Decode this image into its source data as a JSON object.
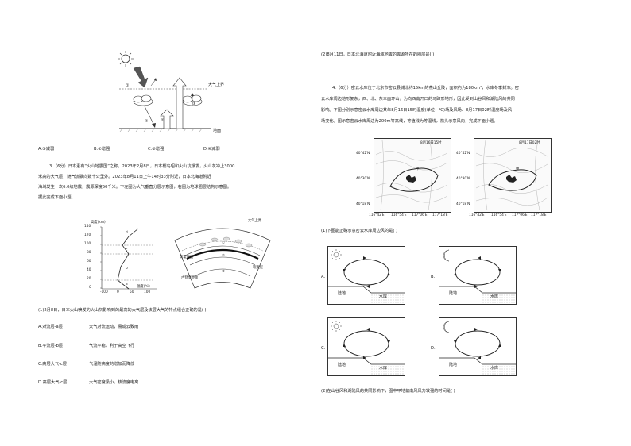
{
  "atmo_diagram": {
    "upper_label": "大气上界",
    "ground_label": "地面",
    "markers": [
      "①",
      "②",
      "③",
      "④"
    ]
  },
  "q_prev_options": [
    "A.①减弱",
    "B.②增强",
    "C.③增强",
    "D.④减弱"
  ],
  "q3": {
    "line1": "3.（6分）日本素有“火山地震国”之称。2023年2月8日，日本樱岛昭和火山坑爆发，火山灰冲上3000",
    "line2": "米高的大气层，随气流飘向数千公里外。2023年8月11日上午14时33分附近，日本北海道附近",
    "line3": "海域发生一次6.0级地震，震源深度50千米。下左图为大气垂直分层示意图，右图为地球圈层结构示意图。",
    "line4": "据此完成下面小题。"
  },
  "layer_chart": {
    "ylabel": "高度(km)",
    "xlabel": "温度(℃)",
    "yticks": [
      "140",
      "120",
      "100",
      "80",
      "60",
      "40",
      "20",
      "0"
    ],
    "xticks": [
      "-100",
      "0",
      "50",
      "100"
    ],
    "layers": [
      "d",
      "c",
      "b",
      "a"
    ]
  },
  "sphere_diagram": {
    "top_label": "大气上界",
    "label_moho": "莫霍界面",
    "label_gutenberg": "古登堡界面",
    "label_asthenosphere": "软流层",
    "markers": [
      "①",
      "②",
      "③"
    ]
  },
  "q3_1": {
    "stem": "(1)2月8日，日本火山喷发的火山灰影响到的最高的大气层及该层大气的特点组合正确的是(      )",
    "options": [
      [
        "A.对流层-a层",
        "大气对流运动，易成云致雨"
      ],
      [
        "B.平流层-b层",
        "气流平稳，利于高空飞行"
      ],
      [
        "C.高层大气-c层",
        "气温随高度的增加而降低"
      ],
      [
        "D.高层大气-c层",
        "大气密度极小，核流度电离"
      ]
    ]
  },
  "q3_2": "(2)8月11日，日本北海道附近海域地震的震源所在的圈层是(      )",
  "q4": {
    "line1": "4.（6分）密云水库位于北京市密云县城北约15km的燕山丘陵，面积约为180km²，水库冬季封冻。密",
    "line2": "云水库周边地形复杂，西、北、东三面环山，为向西南开口的马蹄形地形，因此受到山谷风和湖陆风的共同",
    "line3": "影响。下图分别示意密云水库周边某年8月16日15时温度(单位：℃)场及风场、8月17日02时温度场及风",
    "line4": "场变化。图示意密云水库周边为200m等高线，等值线为等温线，箭头示意风向，完成下面小题。"
  },
  "maps": [
    {
      "title": "8月16日15时",
      "lat": [
        "40°42′N",
        "40°30′N",
        "40°18′N"
      ],
      "lon": [
        "116°42′E",
        "116°54′E",
        "117°06′E",
        "117°18′E"
      ]
    },
    {
      "title": "8月17日02时",
      "lat": [
        "40°42′N",
        "40°30′N",
        "40°18′N"
      ],
      "lon": [
        "116°42′E",
        "116°54′E",
        "117°06′E",
        "117°18′E"
      ]
    }
  ],
  "map_label_jia": "甲",
  "q4_1": "(1)下图能正确示意密云水库周边风的是(      )",
  "q4_panels": [
    {
      "option": "A.",
      "sky": "sun-icon",
      "land": "陆地",
      "water": "水库"
    },
    {
      "option": "B.",
      "sky": "moon-icon",
      "land": "陆地",
      "water": "水库"
    },
    {
      "option": "C.",
      "sky": "sun-icon",
      "land": "陆地",
      "water": "水库"
    },
    {
      "option": "D.",
      "sky": "moon-icon",
      "land": "陆地",
      "water": "水库"
    }
  ],
  "q4_2": "(2)在山谷风和湖陆风的共同影响下，图中甲地偏南风风力较强的时间是(      )"
}
